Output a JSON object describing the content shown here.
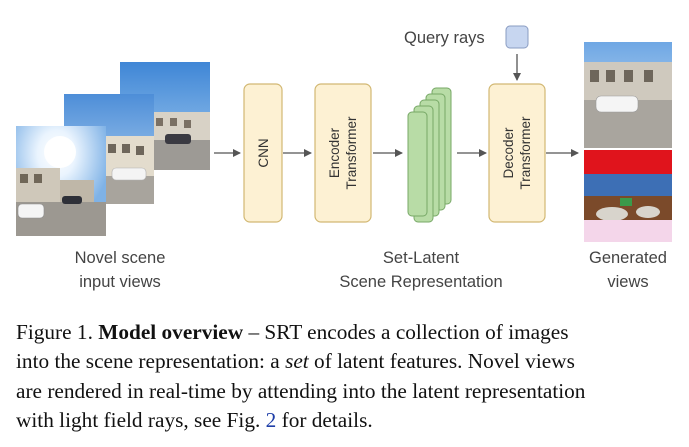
{
  "figure": {
    "blocks": {
      "cnn": "CNN",
      "encoder_line1": "Encoder",
      "encoder_line2": "Transformer",
      "decoder_line1": "Decoder",
      "decoder_line2": "Transformer"
    },
    "labels": {
      "query_rays": "Query rays",
      "input_line1": "Novel scene",
      "input_line2": "input views",
      "latent_line1": "Set-Latent",
      "latent_line2": "Scene Representation",
      "output_line1": "Generated",
      "output_line2": "views"
    },
    "colors": {
      "block_fill": "#fdf1d3",
      "block_stroke": "#d2b873",
      "latent_fill": "#b8dca6",
      "latent_stroke": "#77a866",
      "query_fill": "#c7d6f0",
      "query_stroke": "#8a9cc2",
      "arrow": "#555555"
    }
  },
  "caption": {
    "line1_a": "Figure 1. ",
    "line1_bold": "Model overview",
    "line1_b": " – SRT encodes a collection of images",
    "line2_a": "into the scene representation: a ",
    "line2_italic": "set",
    "line2_b": " of latent features. Novel views",
    "line3": "are rendered in real-time by attending into the latent representation",
    "line4_a": "with light field rays, see Fig. ",
    "line4_ref": "2",
    "line4_b": " for details."
  }
}
